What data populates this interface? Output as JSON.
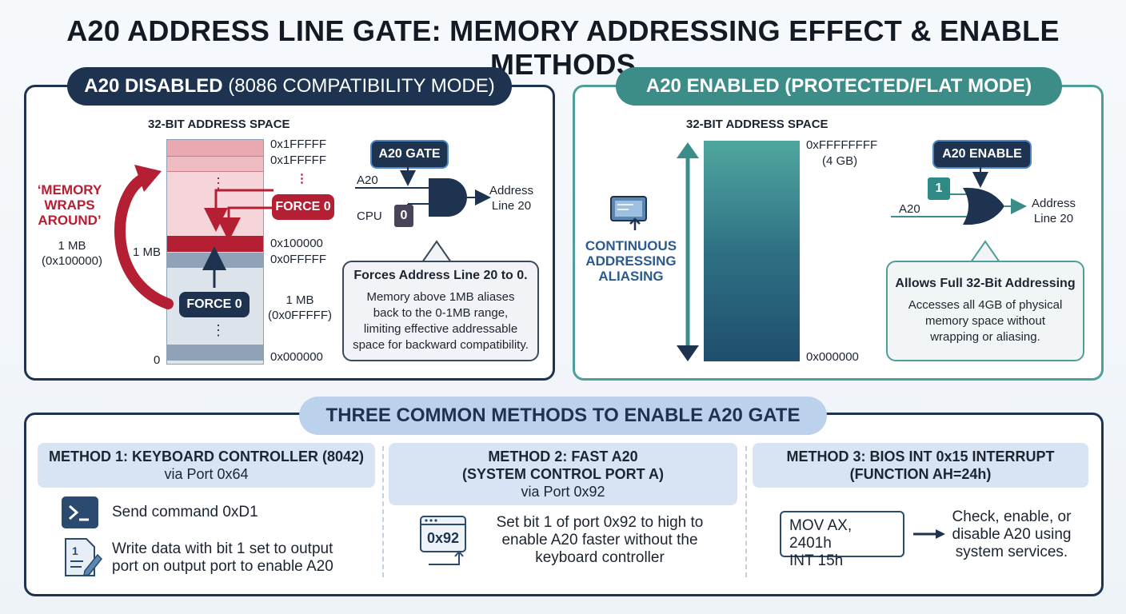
{
  "title": "A20 ADDRESS LINE GATE: MEMORY ADDRESSING EFFECT & ENABLE METHODS",
  "colors": {
    "navy": "#1d3350",
    "red": "#b41f33",
    "teal": "#3c8c88",
    "blue_light": "#bcd1ec"
  },
  "disabled": {
    "pill_bold": "A20 DISABLED",
    "pill_rest": " (8086 COMPATIBILITY MODE)",
    "space_label": "32-BIT ADDRESS SPACE",
    "wrap_label_1": "‘MEMORY",
    "wrap_label_2": "WRAPS",
    "wrap_label_3": "AROUND’",
    "left_1mb": "1 MB",
    "left_1mb_hex": "(0x100000)",
    "mid_1mb": "1 MB",
    "zero": "0",
    "addr_1": "0x1FFFFF",
    "addr_2": "0x1FFFFF",
    "addr_dots": "⋮",
    "addr_100000": "0x100000",
    "addr_0fffff": "0x0FFFFF",
    "right_1mb": "1 MB",
    "right_1mb_hex": "(0x0FFFFF)",
    "addr_zero": "0x000000",
    "force0_top": "FORCE 0",
    "force0_bottom": "FORCE 0",
    "gate_tag": "A20 GATE",
    "gate_in_a20": "A20",
    "gate_in_cpu": "CPU",
    "gate_cpu_val": "0",
    "gate_out_1": "Address",
    "gate_out_2": "Line 20",
    "bubble_title": "Forces Address Line 20 to 0.",
    "bubble_l1": "Memory above 1MB aliases",
    "bubble_l2": "back to the 0-1MB range,",
    "bubble_l3": "limiting effective addressable",
    "bubble_l4": "space for backward compatibility."
  },
  "enabled": {
    "pill": "A20 ENABLED (PROTECTED/FLAT MODE)",
    "space_label": "32-BIT ADDRESS SPACE",
    "top_addr": "0xFFFFFFFF",
    "top_size": "(4 GB)",
    "bottom_addr": "0x000000",
    "cont_1": "CONTINUOUS",
    "cont_2": "ADDRESSING",
    "cont_3": "ALIASING",
    "gate_tag": "A20 ENABLE",
    "gate_in_one": "1",
    "gate_in_a20": "A20",
    "gate_out_1": "Address",
    "gate_out_2": "Line 20",
    "bubble_title": "Allows Full 32-Bit Addressing",
    "bubble_l1": "Accesses all 4GB of physical",
    "bubble_l2": "memory space without",
    "bubble_l3": "wrapping or aliasing."
  },
  "methods": {
    "header": "THREE COMMON METHODS TO ENABLE A20 GATE",
    "m1": {
      "title": "METHOD 1: KEYBOARD CONTROLLER (8042)",
      "sub": "via Port 0x64",
      "step1_icon": "terminal-icon",
      "step1": "Send command 0xD1",
      "step2_icon": "document-edit-icon",
      "step2_l1": "Write data with bit 1 set to output",
      "step2_l2": "port on output port to enable A20"
    },
    "m2": {
      "title": "METHOD 2: FAST A20",
      "title2": "(SYSTEM CONTROL PORT A)",
      "sub": "via Port 0x92",
      "icon": "port-window-icon",
      "icon_label": "0x92",
      "l1": "Set bit 1 of port 0x92 to high to",
      "l2": "enable A20 faster without the",
      "l3": "keyboard controller"
    },
    "m3": {
      "title": "METHOD 3: BIOS INT 0x15 INTERRUPT",
      "title2": "(FUNCTION AH=24h)",
      "code1": "MOV AX, 2401h",
      "code2": "INT 15h",
      "l1": "Check, enable, or",
      "l2": "disable A20 using",
      "l3": "system services."
    }
  }
}
